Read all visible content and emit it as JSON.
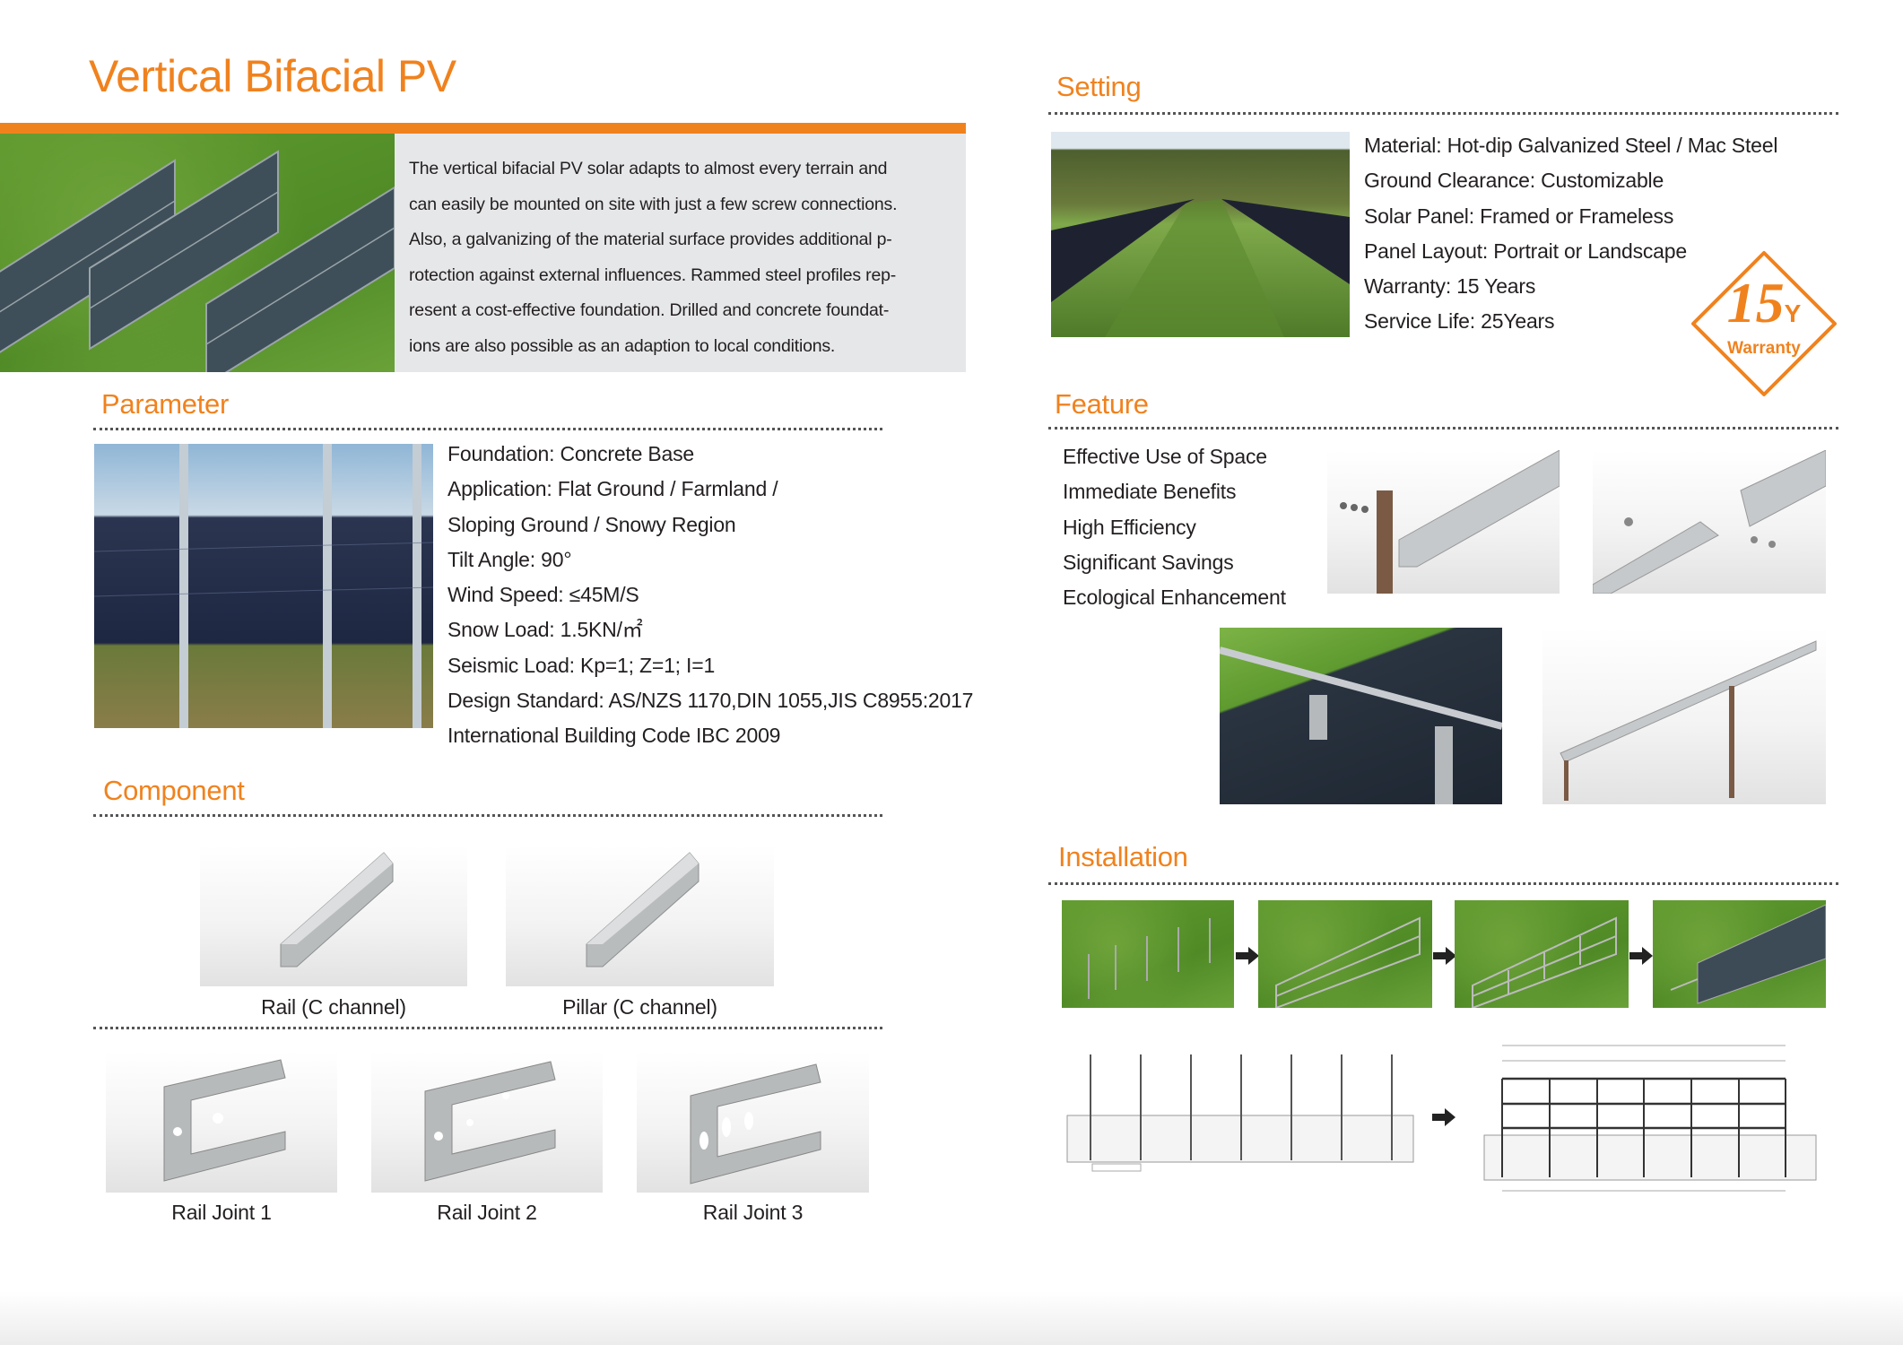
{
  "title": "Vertical Bifacial PV",
  "intro": {
    "lines": [
      "The vertical bifacial PV solar adapts to almost every terrain and",
      "can easily be mounted on site with just a few screw connections.",
      "Also, a galvanizing of the material surface provides additional p-",
      "rotection against external influences. Rammed steel profiles rep-",
      "resent a cost-effective foundation. Drilled and concrete foundat-",
      "ions are also possible as an adaption to local conditions."
    ]
  },
  "parameter": {
    "heading": "Parameter",
    "items": [
      "Foundation: Concrete Base",
      "Application: Flat Ground / Farmland /",
      "Sloping Ground / Snowy Region",
      "Tilt Angle: 90°",
      "Wind Speed: ≤45M/S",
      "Snow Load: 1.5KN/㎡",
      "Seismic Load: Kp=1; Z=1; I=1",
      "Design Standard: AS/NZS 1170,DIN 1055,JIS C8955:2017",
      "International Building Code IBC 2009"
    ]
  },
  "component": {
    "heading": "Component",
    "items": [
      "Rail (C channel)",
      "Pillar (C channel)",
      "Rail Joint 1",
      "Rail Joint 2",
      "Rail Joint 3"
    ]
  },
  "setting": {
    "heading": "Setting",
    "items": [
      "Material: Hot-dip Galvanized Steel / Mac Steel",
      "Ground Clearance: Customizable",
      "Solar Panel: Framed or Frameless",
      "Panel Layout: Portrait or Landscape",
      "Warranty: 15 Years",
      "Service Life: 25Years"
    ],
    "badge": {
      "number": "15",
      "unit": "Y",
      "label": "Warranty"
    }
  },
  "feature": {
    "heading": "Feature",
    "items": [
      "Effective Use of Space",
      "Immediate Benefits",
      "High Efficiency",
      "Significant Savings",
      "Ecological Enhancement"
    ]
  },
  "installation": {
    "heading": "Installation"
  },
  "colors": {
    "accent": "#f0821e",
    "intro_bg": "#e6e7e9"
  }
}
